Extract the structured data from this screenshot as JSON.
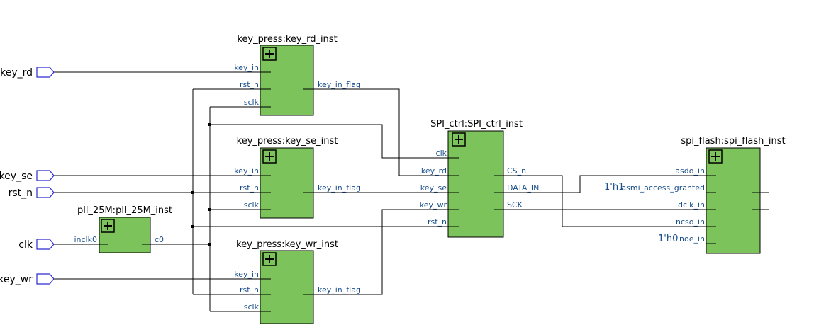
{
  "inputs": {
    "key_rd": "key_rd",
    "key_se": "key_se",
    "rst_n": "rst_n",
    "clk": "clk",
    "key_wr": "key_wr"
  },
  "blocks": {
    "key_rd_inst": {
      "title": "key_press:key_rd_inst",
      "in_pins": [
        "key_in",
        "rst_n",
        "sclk"
      ],
      "out_pins": [
        "key_in_flag"
      ]
    },
    "key_se_inst": {
      "title": "key_press:key_se_inst",
      "in_pins": [
        "key_in",
        "rst_n",
        "sclk"
      ],
      "out_pins": [
        "key_in_flag"
      ]
    },
    "key_wr_inst": {
      "title": "key_press:key_wr_inst",
      "in_pins": [
        "key_in",
        "rst_n",
        "sclk"
      ],
      "out_pins": [
        "key_in_flag"
      ]
    },
    "pll_inst": {
      "title": "pll_25M:pll_25M_inst",
      "in_pins": [
        "inclk0"
      ],
      "out_pins": [
        "c0"
      ]
    },
    "spi_ctrl_inst": {
      "title": "SPI_ctrl:SPI_ctrl_inst",
      "in_pins": [
        "clk",
        "key_rd",
        "key_se",
        "key_wr",
        "rst_n"
      ],
      "out_pins": [
        "CS_n",
        "DATA_IN",
        "SCK"
      ]
    },
    "spi_flash_inst": {
      "title": "spi_flash:spi_flash_inst",
      "in_pins": [
        "asdo_in",
        "asmi_access_granted",
        "dclk_in",
        "ncso_in",
        "noe_in"
      ]
    }
  },
  "constants": {
    "asmi_value": "1'h1",
    "noe_value": "1'h0"
  }
}
